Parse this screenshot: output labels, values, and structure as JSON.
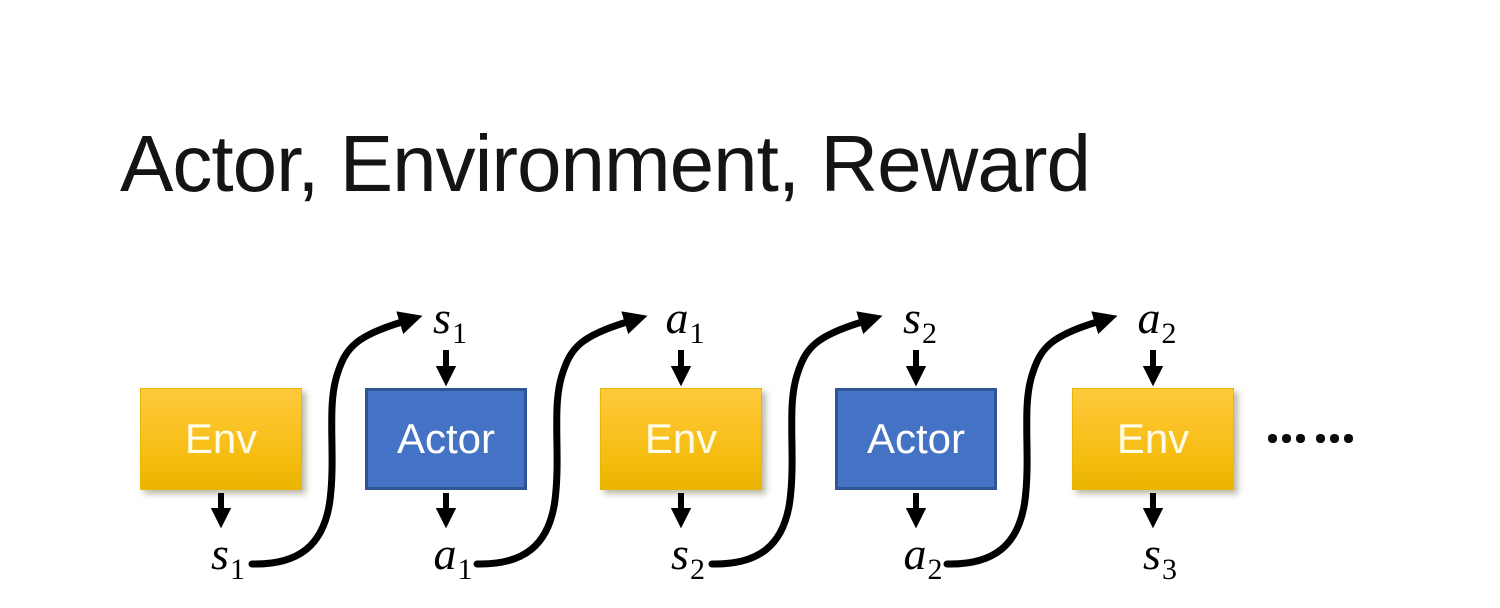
{
  "title": "Actor, Environment, Reward",
  "diagram": {
    "boxes": [
      {
        "kind": "env",
        "label": "Env"
      },
      {
        "kind": "actor",
        "label": "Actor"
      },
      {
        "kind": "env",
        "label": "Env"
      },
      {
        "kind": "actor",
        "label": "Actor"
      },
      {
        "kind": "env",
        "label": "Env"
      }
    ],
    "top_labels": [
      {
        "base": "s",
        "sub": "1"
      },
      {
        "base": "a",
        "sub": "1"
      },
      {
        "base": "s",
        "sub": "2"
      },
      {
        "base": "a",
        "sub": "2"
      }
    ],
    "bottom_labels": [
      {
        "base": "s",
        "sub": "1"
      },
      {
        "base": "a",
        "sub": "1"
      },
      {
        "base": "s",
        "sub": "2"
      },
      {
        "base": "a",
        "sub": "2"
      },
      {
        "base": "s",
        "sub": "3"
      }
    ],
    "continuation": "……"
  },
  "colors": {
    "env_gradient_top": "#FFC93C",
    "env_gradient_bottom": "#EAB400",
    "env_text": "#FFFDE9",
    "actor_fill": "#4472C4",
    "actor_border": "#2F5597",
    "actor_text": "#FFFFFF",
    "arrow": "#000000",
    "title_text": "#141414"
  }
}
